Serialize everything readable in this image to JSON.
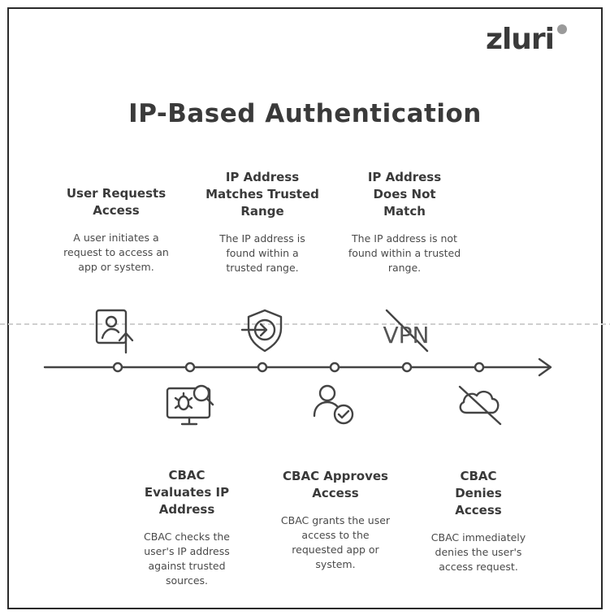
{
  "brand": {
    "logo_text": "zluri"
  },
  "title": "IP-Based Authentication",
  "steps": [
    {
      "title": "User Requests Access",
      "desc": "A user initiates a request to access an app or system.",
      "icon": "user-upload-icon"
    },
    {
      "title": "CBAC Evaluates IP Address",
      "desc": "CBAC checks the user's IP address against trusted sources.",
      "icon": "monitor-bug-search-icon"
    },
    {
      "title": "IP Address Matches Trusted Range",
      "desc": "The IP address is found within a trusted range.",
      "icon": "shield-enter-icon"
    },
    {
      "title": "CBAC Approves Access",
      "desc": "CBAC grants the user access to the requested app or system.",
      "icon": "user-check-icon"
    },
    {
      "title": "IP Address Does Not Match",
      "desc": "The IP address is not found within a trusted range.",
      "icon": "vpn-off-icon",
      "icon_text": "VPN"
    },
    {
      "title": "CBAC Denies Access",
      "desc": "CBAC immediately denies the user's access request.",
      "icon": "cloud-off-icon"
    }
  ],
  "colors": {
    "line": "#444444",
    "text": "#3a3a3a"
  }
}
